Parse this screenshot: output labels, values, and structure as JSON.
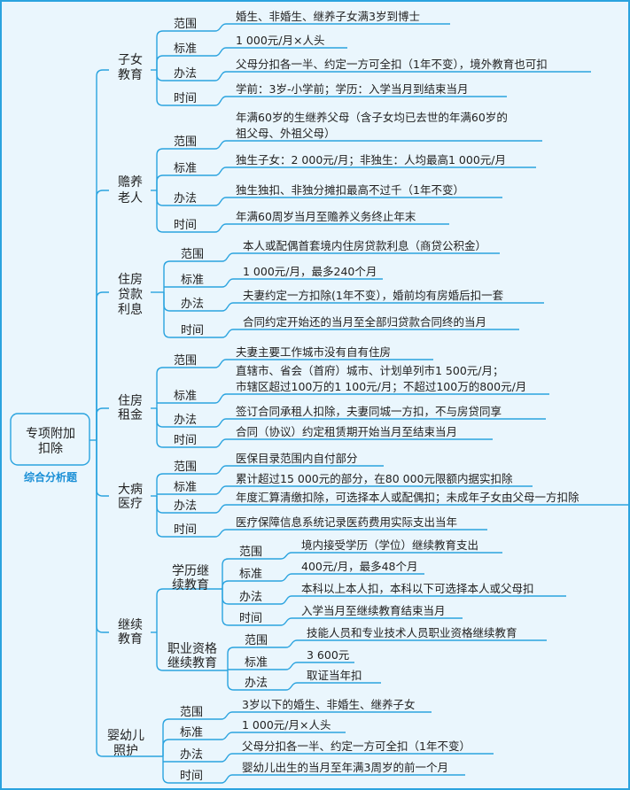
{
  "root": {
    "lines": [
      "专项附加",
      "扣除"
    ],
    "tag": "综合分析题"
  },
  "colors": {
    "line": "#2aa3df",
    "background": "#eaf6fd",
    "tag": "#1a8fd6"
  },
  "categories": [
    {
      "name": [
        "子女",
        "教育"
      ],
      "leaves": [
        {
          "label": "范围",
          "text": [
            "婚生、非婚生、继养子女满3岁到博士"
          ]
        },
        {
          "label": "标准",
          "text": [
            "1 000元/月×人头"
          ]
        },
        {
          "label": "办法",
          "text": [
            "父母分扣各一半、约定一方可全扣（1年不变），境外教育也可扣"
          ]
        },
        {
          "label": "时间",
          "text": [
            "学前：3岁-小学前；学历：入学当月到结束当月"
          ]
        }
      ]
    },
    {
      "name": [
        "赡养",
        "老人"
      ],
      "leaves": [
        {
          "label": "范围",
          "text": [
            "年满60岁的生继养父母（含子女均已去世的年满60岁的",
            "祖父母、外祖父母）"
          ]
        },
        {
          "label": "标准",
          "text": [
            "独生子女：2 000元/月；非独生：人均最高1 000元/月"
          ]
        },
        {
          "label": "办法",
          "text": [
            "独生独扣、非独分摊扣最高不过千（1年不变）"
          ]
        },
        {
          "label": "时间",
          "text": [
            "年满60周岁当月至赡养义务终止年末"
          ]
        }
      ]
    },
    {
      "name": [
        "住房",
        "贷款",
        "利息"
      ],
      "leaves": [
        {
          "label": "范围",
          "text": [
            "本人或配偶首套境内住房贷款利息（商贷公积金）"
          ]
        },
        {
          "label": "标准",
          "text": [
            "1 000元/月，最多240个月"
          ]
        },
        {
          "label": "办法",
          "text": [
            "夫妻约定一方扣除(1年不变），婚前均有房婚后扣一套"
          ]
        },
        {
          "label": "时间",
          "text": [
            "合同约定开始还的当月至全部归贷款合同终的当月"
          ]
        }
      ]
    },
    {
      "name": [
        "住房",
        "租金"
      ],
      "leaves": [
        {
          "label": "范围",
          "text": [
            "夫妻主要工作城市没有自有住房"
          ]
        },
        {
          "label": "标准",
          "text": [
            "直辖市、省会（首府）城市、计划单列市1 500元/月；",
            "市辖区超过100万的1 100元/月；不超过100万的800元/月"
          ]
        },
        {
          "label": "办法",
          "text": [
            "签订合同承租人扣除，夫妻同城一方扣，不与房贷同享"
          ]
        },
        {
          "label": "时间",
          "text": [
            "合同（协议）约定租赁期开始当月至结束当月"
          ]
        }
      ]
    },
    {
      "name": [
        "大病",
        "医疗"
      ],
      "leaves": [
        {
          "label": "范围",
          "text": [
            "医保目录范围内自付部分"
          ]
        },
        {
          "label": "标准",
          "text": [
            "累计超过15 000元的部分，在80 000元限额内据实扣除"
          ]
        },
        {
          "label": "办法",
          "text": [
            "年度汇算清缴扣除，可选择本人或配偶扣；未成年子女由父母一方扣除"
          ]
        },
        {
          "label": "时间",
          "text": [
            "医疗保障信息系统记录医药费用实际支出当年"
          ]
        }
      ]
    },
    {
      "name": [
        "继续",
        "教育"
      ],
      "subs": [
        {
          "name": [
            "学历继",
            "续教育"
          ],
          "leaves": [
            {
              "label": "范围",
              "text": [
                "境内接受学历（学位）继续教育支出"
              ]
            },
            {
              "label": "标准",
              "text": [
                "400元/月，最多48个月"
              ]
            },
            {
              "label": "办法",
              "text": [
                "本科以上本人扣，本科以下可选择本人或父母扣"
              ]
            },
            {
              "label": "时间",
              "text": [
                "入学当月至继续教育结束当月"
              ]
            }
          ]
        },
        {
          "name": [
            "职业资格",
            "继续教育"
          ],
          "leaves": [
            {
              "label": "范围",
              "text": [
                "技能人员和专业技术人员职业资格继续教育"
              ]
            },
            {
              "label": "标准",
              "text": [
                "3 600元"
              ]
            },
            {
              "label": "办法",
              "text": [
                "取证当年扣"
              ]
            }
          ]
        }
      ]
    },
    {
      "name": [
        "婴幼儿",
        "照护"
      ],
      "leaves": [
        {
          "label": "范围",
          "text": [
            "3岁以下的婚生、非婚生、继养子女"
          ]
        },
        {
          "label": "标准",
          "text": [
            "1 000元/月×人头"
          ]
        },
        {
          "label": "办法",
          "text": [
            "父母分扣各一半、约定一方可全扣（1年不变）"
          ]
        },
        {
          "label": "时间",
          "text": [
            "婴幼儿出生的当月至年满3周岁的前一个月"
          ]
        }
      ]
    }
  ]
}
